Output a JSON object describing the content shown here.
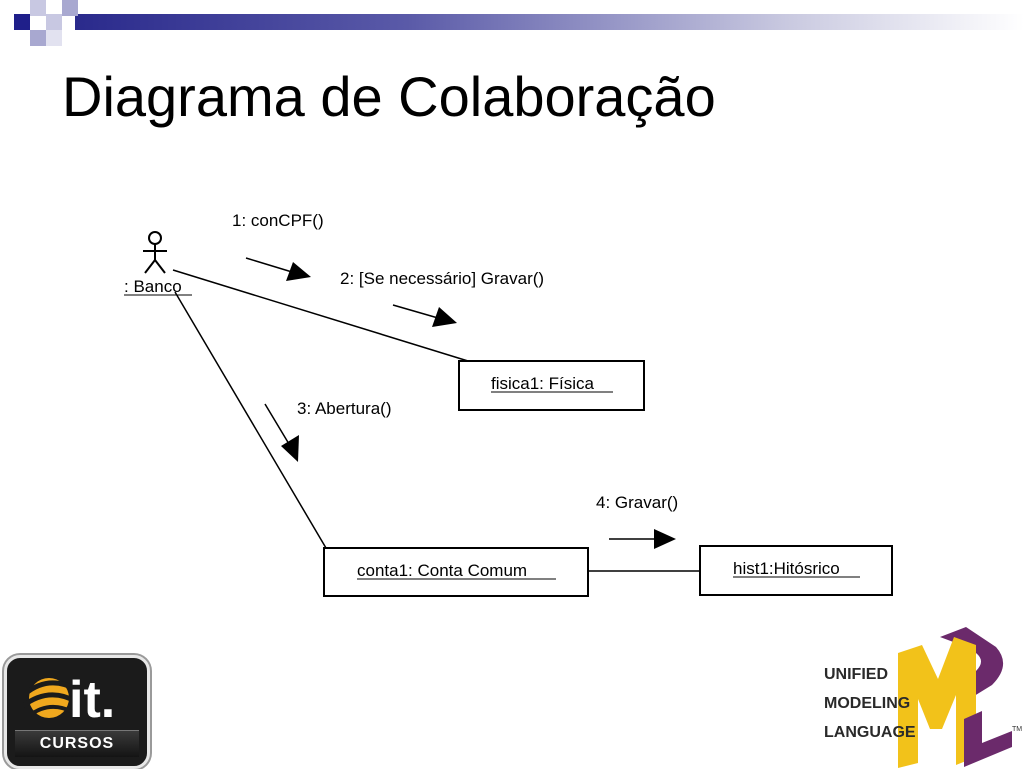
{
  "slide": {
    "title": "Diagrama de Colaboração"
  },
  "diagram": {
    "actor": {
      "label": ": Banco"
    },
    "objects": {
      "fisica": "fisica1: Física",
      "conta": "conta1: Conta Comum",
      "hist": "hist1:Hitósrico"
    },
    "messages": {
      "m1": "1: conCPF()",
      "m2": "2: [Se necessário] Gravar()",
      "m3": "3: Abertura()",
      "m4": "4: Gravar()"
    }
  },
  "logos": {
    "left": {
      "mark": "it.",
      "caption": "CURSOS"
    },
    "right": {
      "line1": "UNIFIED",
      "line2": "MODELING",
      "line3": "LANGUAGE",
      "tm": "TM"
    }
  },
  "colors": {
    "band_dark": "#2a2a8c",
    "uml_purple": "#6b2a6b",
    "uml_yellow": "#f2c21a",
    "it_orange": "#f0a81e"
  }
}
